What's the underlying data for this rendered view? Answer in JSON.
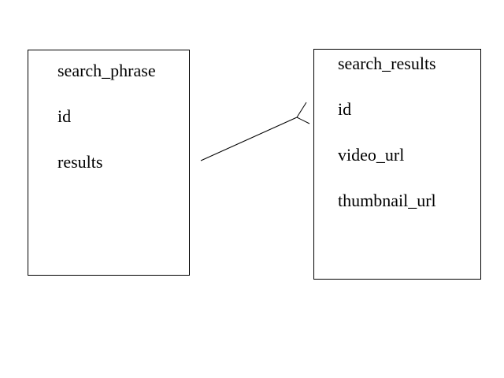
{
  "diagram": {
    "entities": [
      {
        "name": "search_phrase",
        "fields": [
          "id",
          "results"
        ]
      },
      {
        "name": "search_results",
        "fields": [
          "id",
          "video_url",
          "thumbnail_url"
        ]
      }
    ],
    "relationship": {
      "from": "search_phrase",
      "to": "search_results",
      "cardinality": "one-to-many",
      "line_color": "#000000"
    }
  }
}
